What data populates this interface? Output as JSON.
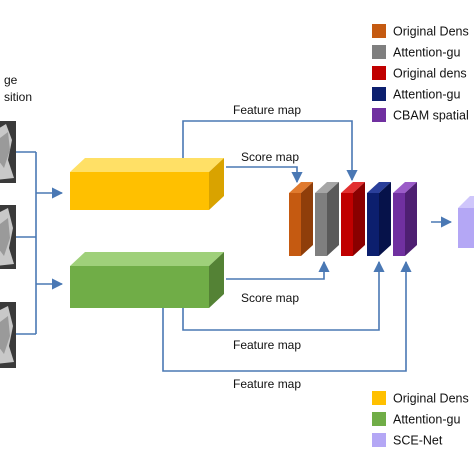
{
  "input_label": {
    "line1": "ge",
    "line2": "sition"
  },
  "labels": {
    "feature_map_top": "Feature map",
    "score_map_top": "Score map",
    "score_map_bottom": "Score map",
    "feature_map_mid": "Feature map",
    "feature_map_bottom": "Feature map"
  },
  "legend_top": [
    {
      "label": "Original Dens",
      "color": "#c55a11"
    },
    {
      "label": "Attention-gu",
      "color": "#7f7f7f"
    },
    {
      "label": "Original dens",
      "color": "#c00000"
    },
    {
      "label": "Attention-gu",
      "color": "#0c1f6e"
    },
    {
      "label": "CBAM spatial",
      "color": "#7030a0"
    }
  ],
  "legend_bottom": [
    {
      "label": "Original Dens",
      "color": "#ffc000"
    },
    {
      "label": "Attention-gu",
      "color": "#70ad47"
    },
    {
      "label": "SCE-Net",
      "color": "#b4a7f5"
    }
  ],
  "colors": {
    "arrow": "#4a78b4",
    "yellow_block": "#ffc000",
    "green_block": "#70ad47",
    "output_block": "#b4a7f5"
  }
}
